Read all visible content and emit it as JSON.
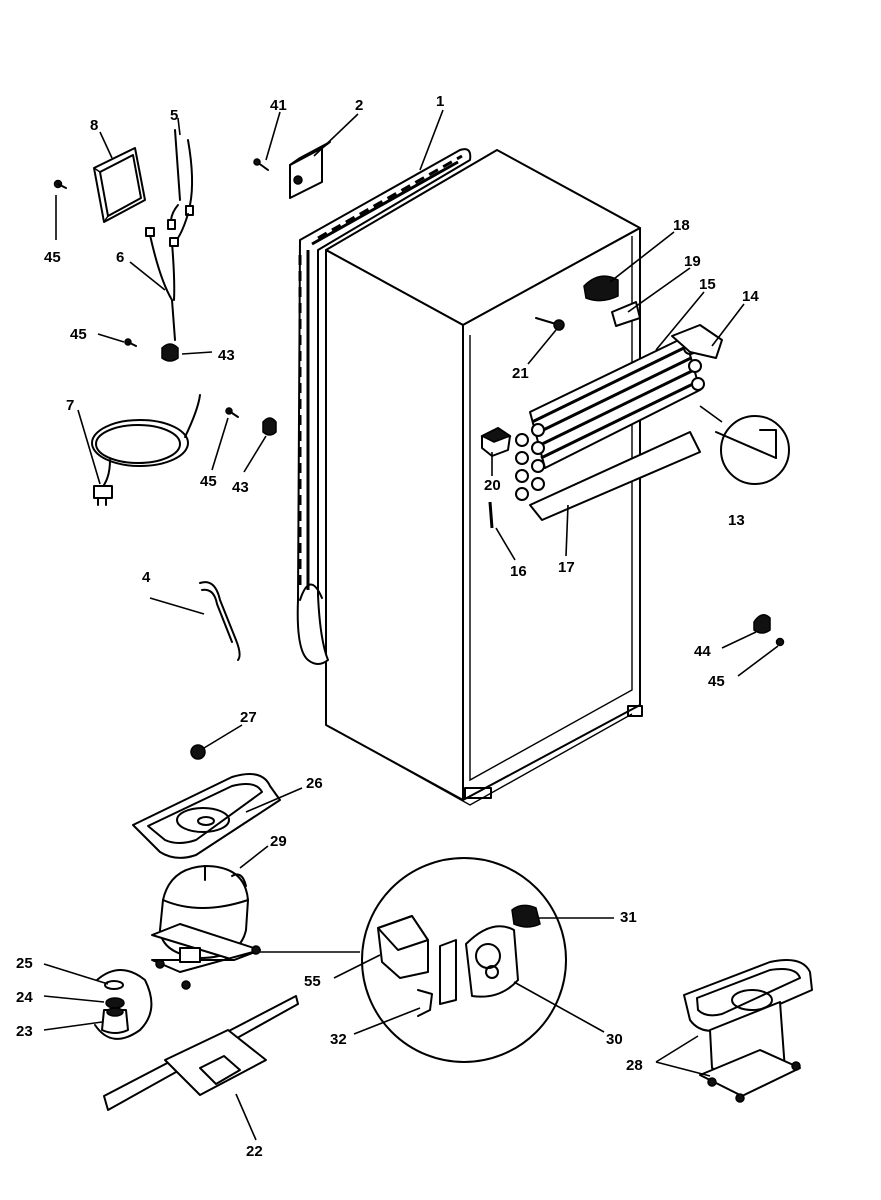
{
  "callouts": [
    {
      "id": "1",
      "text": "1"
    },
    {
      "id": "2",
      "text": "2"
    },
    {
      "id": "41",
      "text": "41"
    },
    {
      "id": "5",
      "text": "5"
    },
    {
      "id": "8",
      "text": "8"
    },
    {
      "id": "45a",
      "text": "45"
    },
    {
      "id": "6",
      "text": "6"
    },
    {
      "id": "45b",
      "text": "45"
    },
    {
      "id": "43a",
      "text": "43"
    },
    {
      "id": "7",
      "text": "7"
    },
    {
      "id": "45c",
      "text": "45"
    },
    {
      "id": "43b",
      "text": "43"
    },
    {
      "id": "18",
      "text": "18"
    },
    {
      "id": "19",
      "text": "19"
    },
    {
      "id": "15",
      "text": "15"
    },
    {
      "id": "14",
      "text": "14"
    },
    {
      "id": "21",
      "text": "21"
    },
    {
      "id": "20",
      "text": "20"
    },
    {
      "id": "16",
      "text": "16"
    },
    {
      "id": "17",
      "text": "17"
    },
    {
      "id": "13",
      "text": "13"
    },
    {
      "id": "4",
      "text": "4"
    },
    {
      "id": "44",
      "text": "44"
    },
    {
      "id": "45d",
      "text": "45"
    },
    {
      "id": "27",
      "text": "27"
    },
    {
      "id": "26",
      "text": "26"
    },
    {
      "id": "29",
      "text": "29"
    },
    {
      "id": "31",
      "text": "31"
    },
    {
      "id": "25",
      "text": "25"
    },
    {
      "id": "55",
      "text": "55"
    },
    {
      "id": "24",
      "text": "24"
    },
    {
      "id": "23",
      "text": "23"
    },
    {
      "id": "32",
      "text": "32"
    },
    {
      "id": "30",
      "text": "30"
    },
    {
      "id": "28",
      "text": "28"
    },
    {
      "id": "22",
      "text": "22"
    }
  ]
}
